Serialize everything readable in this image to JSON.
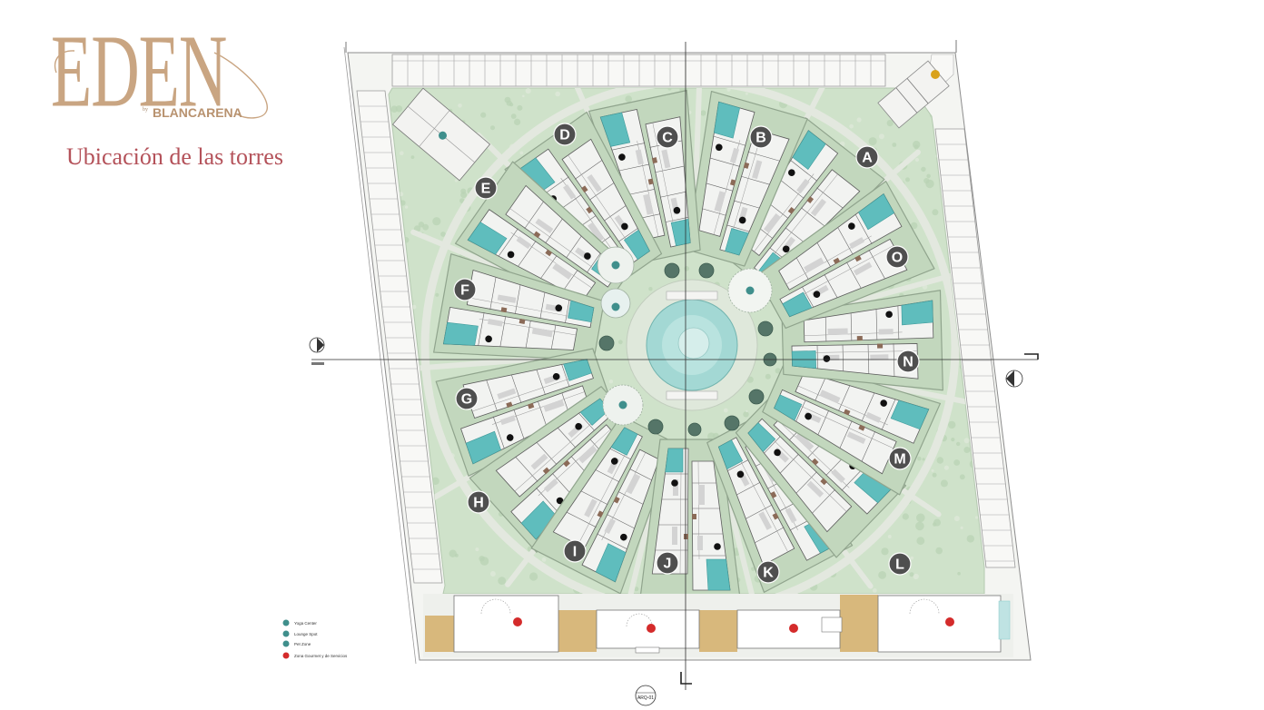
{
  "brand": {
    "name": "EDEN",
    "by": "by",
    "sub": "BLANCARENA"
  },
  "title": "Ubicación de las torres",
  "towers": [
    {
      "label": "A"
    },
    {
      "label": "B"
    },
    {
      "label": "C"
    },
    {
      "label": "D"
    },
    {
      "label": "E"
    },
    {
      "label": "F"
    },
    {
      "label": "G"
    },
    {
      "label": "H"
    },
    {
      "label": "I"
    },
    {
      "label": "J"
    },
    {
      "label": "K"
    },
    {
      "label": "L"
    },
    {
      "label": "M"
    },
    {
      "label": "N"
    },
    {
      "label": "O"
    }
  ],
  "legend": [
    {
      "label": "Yoga Center",
      "color": "#3f8f8c"
    },
    {
      "label": "Lounge Spot",
      "color": "#3f8f8c"
    },
    {
      "label": "Pet Zone",
      "color": "#3f8f8c"
    },
    {
      "label": "Zona Gourmet y de Servicios",
      "color": "#d42b2b"
    }
  ],
  "section_marker": "ARQ-01",
  "colors": {
    "brand_gold": "#c9a582",
    "title": "#b4525a",
    "lawn": "#cfe2ca",
    "pool": "#5fbdbd",
    "tower_label": "#4f4f4f",
    "amenity_dot": "#3f8f8c",
    "service_dot": "#d42b2b",
    "entrance_dot": "#d9a21c",
    "deck": "#d8b87c"
  }
}
